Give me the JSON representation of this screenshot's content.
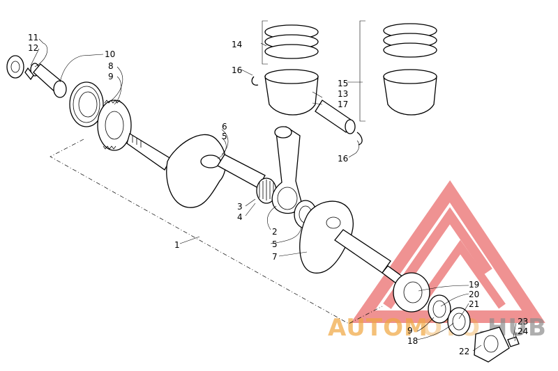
{
  "callouts": [
    "1",
    "2",
    "3",
    "4",
    "5",
    "5",
    "6",
    "7",
    "8",
    "9",
    "9",
    "10",
    "11",
    "12",
    "13",
    "14",
    "15",
    "16",
    "16",
    "17",
    "18",
    "19",
    "20",
    "21",
    "22",
    "23",
    "24"
  ],
  "watermark": {
    "text_left": "AUTOM",
    "text_mid": "OTO",
    "text_right": ".HUB",
    "color_red": "#e23a3a",
    "color_orange": "#f0a640"
  }
}
